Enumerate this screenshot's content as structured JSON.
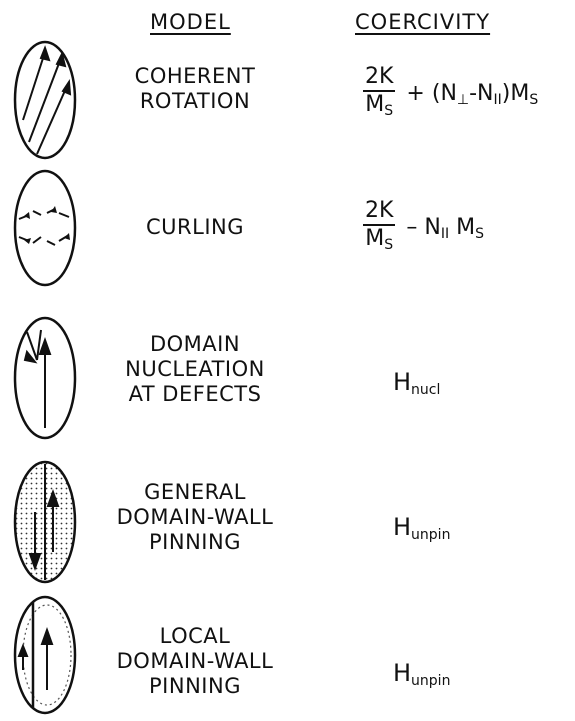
{
  "headers": {
    "model": "MODEL",
    "coercivity": "COERCIVITY"
  },
  "rows": [
    {
      "model_lines": [
        "COHERENT",
        "ROTATION"
      ],
      "icon": "ellipse-parallel-arrows-icon",
      "formula": {
        "num": "2K",
        "den": "M",
        "den_sub": "S",
        "rest_a": " + (N",
        "sub1": "⊥",
        "rest_b": "-N",
        "sub2": "II",
        "rest_c": ")M",
        "sub3": "S"
      }
    },
    {
      "model_lines": [
        "CURLING"
      ],
      "icon": "ellipse-curling-arrows-icon",
      "formula": {
        "num": "2K",
        "den": "M",
        "den_sub": "S",
        "rest_a": " – N",
        "sub1": "II",
        "rest_b": " M",
        "sub2": "S"
      }
    },
    {
      "model_lines": [
        "DOMAIN",
        "NUCLEATION",
        "AT DEFECTS"
      ],
      "icon": "ellipse-nucleation-icon",
      "formula": {
        "main": "H",
        "sub": "nucl"
      }
    },
    {
      "model_lines": [
        "GENERAL",
        "DOMAIN-WALL",
        "PINNING"
      ],
      "icon": "ellipse-general-pinning-icon",
      "formula": {
        "main": "H",
        "sub": "unpin"
      }
    },
    {
      "model_lines": [
        "LOCAL",
        "DOMAIN-WALL",
        "PINNING"
      ],
      "icon": "ellipse-local-pinning-icon",
      "formula": {
        "main": "H",
        "sub": "unpin"
      }
    }
  ]
}
